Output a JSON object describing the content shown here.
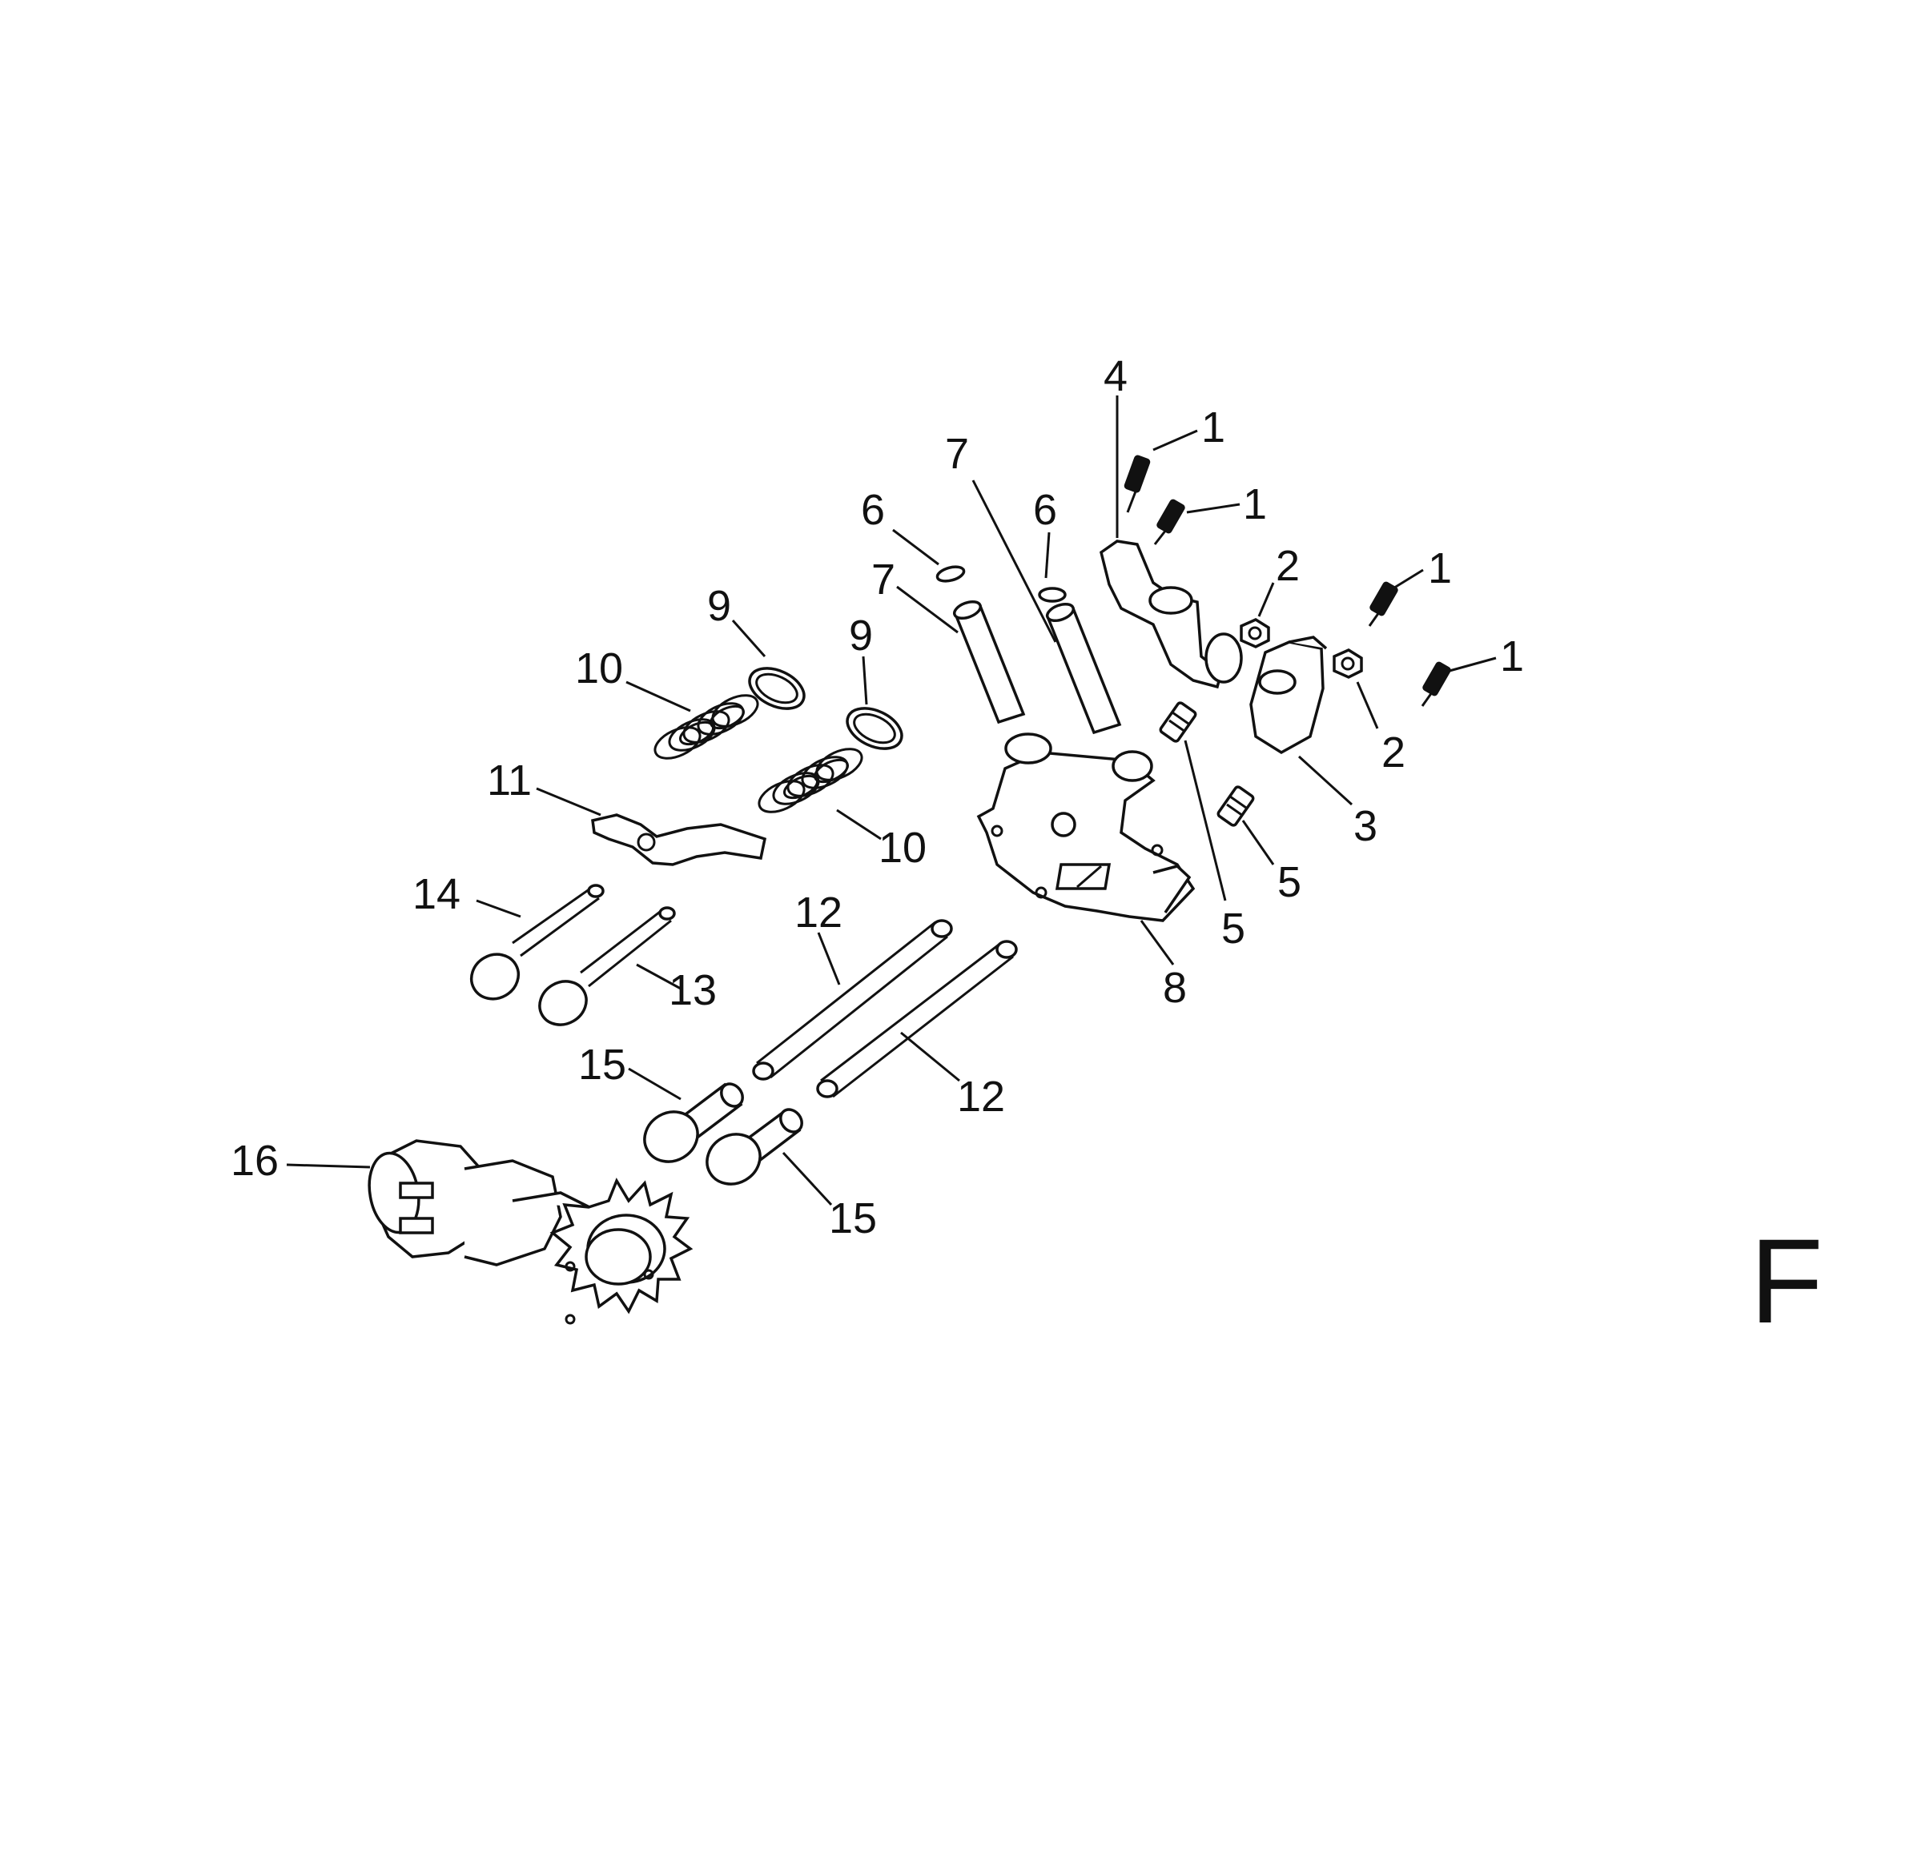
{
  "diagram": {
    "section_letter": "F",
    "callouts": [
      "1",
      "1",
      "1",
      "1",
      "2",
      "2",
      "3",
      "4",
      "5",
      "5",
      "6",
      "6",
      "7",
      "7",
      "8",
      "9",
      "9",
      "10",
      "10",
      "11",
      "12",
      "12",
      "13",
      "14",
      "15",
      "15",
      "16"
    ]
  }
}
